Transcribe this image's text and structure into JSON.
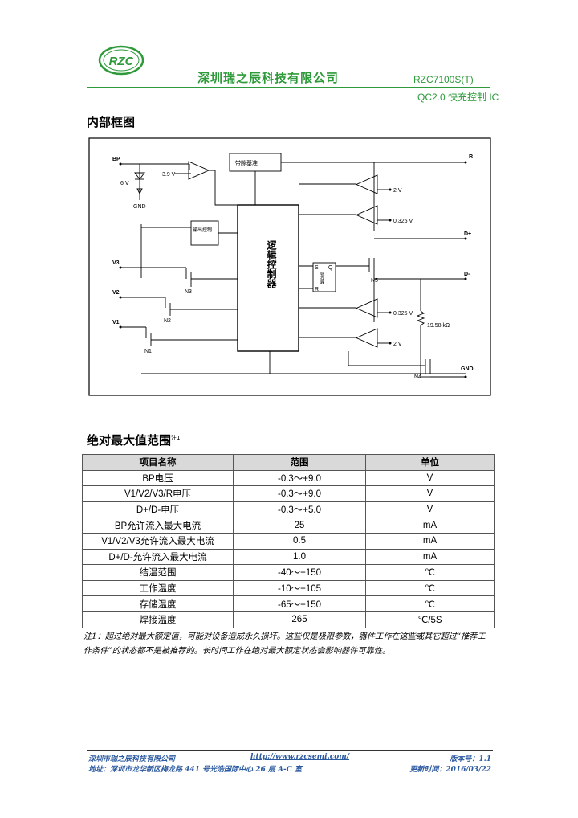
{
  "header": {
    "logo_text": "RZC",
    "company": "深圳瑞之辰科技有限公司",
    "model": "RZC7100S(T)",
    "subtitle": "QC2.0 快充控制 IC",
    "brand_color": "#2e9a3a"
  },
  "section1": {
    "title": "内部框图"
  },
  "diagram": {
    "pins": {
      "bp": "BP",
      "v3": "V3",
      "v2": "V2",
      "v1": "V1",
      "r": "R",
      "dplus": "D+",
      "dminus": "D-",
      "gnd": "GND"
    },
    "labels": {
      "zener_v": "6 V",
      "gnd_small": "GND",
      "ref_3v9": "3.9 V",
      "bandgap": "带隙基准",
      "output_ctrl": "输出控制",
      "logic": "逻辑控制器",
      "latch": "锁存器",
      "latch_s": "S",
      "latch_r": "R",
      "latch_q": "Q",
      "cmp1_ref": "2 V",
      "cmp2_ref": "0.325 V",
      "cmp3_ref": "0.325 V",
      "cmp4_ref": "2 V",
      "resistor": "19.58 kΩ",
      "n1": "N1",
      "n2": "N2",
      "n3": "N3",
      "n4": "N4",
      "n5": "N5"
    }
  },
  "section2": {
    "title": "绝对最大值范围",
    "note_mark": "注1"
  },
  "table": {
    "headers": [
      "项目名称",
      "范围",
      "单位"
    ],
    "rows": [
      [
        "BP电压",
        "-0.3～+9.0",
        "V"
      ],
      [
        "V1/V2/V3/R电压",
        "-0.3～+9.0",
        "V"
      ],
      [
        "D+/D-电压",
        "-0.3～+5.0",
        "V"
      ],
      [
        "BP允许流入最大电流",
        "25",
        "mA"
      ],
      [
        "V1/V2/V3允许流入最大电流",
        "0.5",
        "mA"
      ],
      [
        "D+/D-允许流入最大电流",
        "1.0",
        "mA"
      ],
      [
        "结温范围",
        "-40～+150",
        "℃"
      ],
      [
        "工作温度",
        "-10～+105",
        "℃"
      ],
      [
        "存储温度",
        "-65～+150",
        "℃"
      ],
      [
        "焊接温度",
        "265",
        "℃/5S"
      ]
    ]
  },
  "note": "注1：超过绝对最大额定值，可能对设备造成永久损坏。这些仅是极限参数，器件工作在这些或其它超过“推荐工作条件”的状态都不是被推荐的。长时间工作在绝对最大额定状态会影响器件可靠性。",
  "footer": {
    "company": "深圳市瑞之辰科技有限公司",
    "url": "http://www.rzcsemi.com/",
    "version": "版本号：1.1",
    "address": "地址：深圳市龙华新区梅龙路 441 号光浩国际中心 26 层 A-C 室",
    "updated": "更新时间：2016/03/22"
  }
}
